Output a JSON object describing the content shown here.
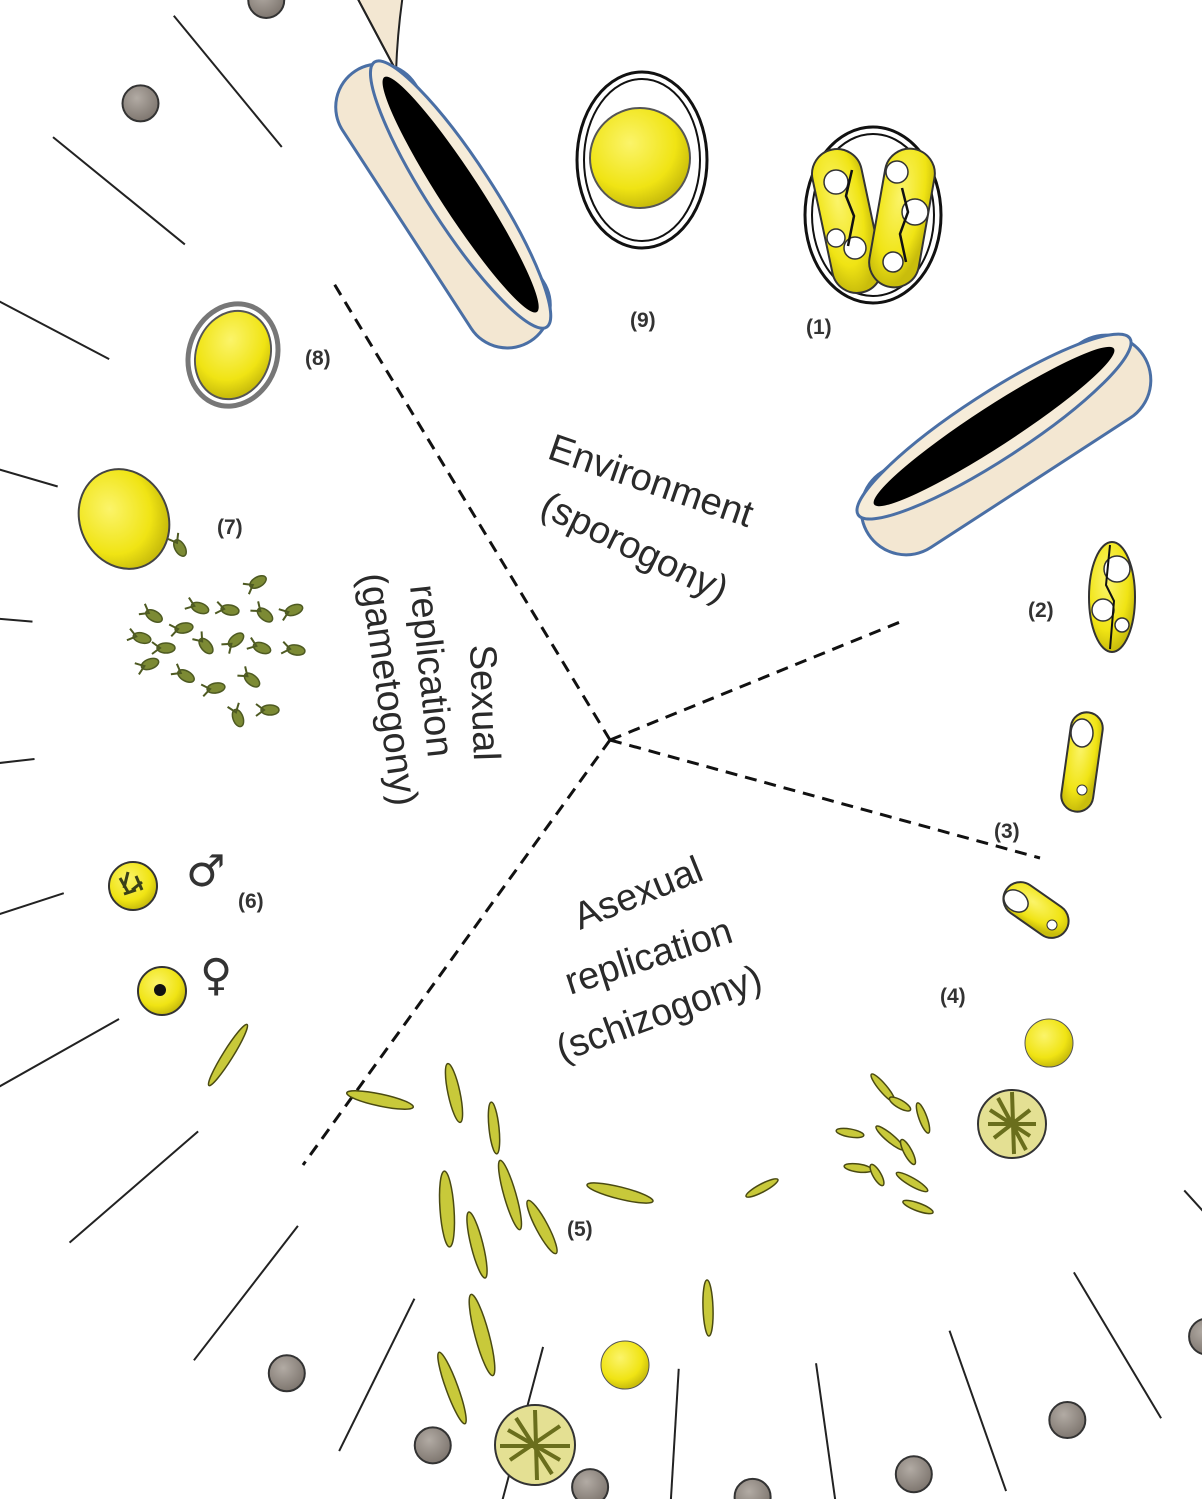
{
  "stage_labels": {
    "s1": "(1)",
    "s2": "(2)",
    "s3": "(3)",
    "s4": "(4)",
    "s5": "(5)",
    "s6": "(6)",
    "s7": "(7)",
    "s8": "(8)",
    "s9": "(9)"
  },
  "sectors": {
    "environment": {
      "line1": "Environment",
      "line2": "(sporogony)"
    },
    "sexual": {
      "line1": "Sexual",
      "line2": "replication",
      "line3": "(gametogony)"
    },
    "asexual": {
      "line1": "Asexual",
      "line2": "replication",
      "line3": "(schizogony)"
    }
  },
  "symbols": {
    "male": "♂",
    "female": "♀"
  },
  "colors": {
    "cell_fill": "#f3e7d2",
    "nucleus": "#9c948d",
    "parasite_yellow": "#f2e81c",
    "merozoite_green": "#c8c93a",
    "microgamete_green": "#4e5a22",
    "sporocyst_border": "#4a6fa5",
    "slit_black": "#000000"
  },
  "icons": {
    "oocyst": "sporulated-oocyst-icon",
    "unsporulated": "unsporulated-oocyst-icon",
    "sporocyst": "sporocyst-icon",
    "sporozoite": "sporozoite-icon",
    "meront": "meront-icon",
    "merozoite": "merozoite-icon",
    "microgamete": "microgamete-icon"
  }
}
